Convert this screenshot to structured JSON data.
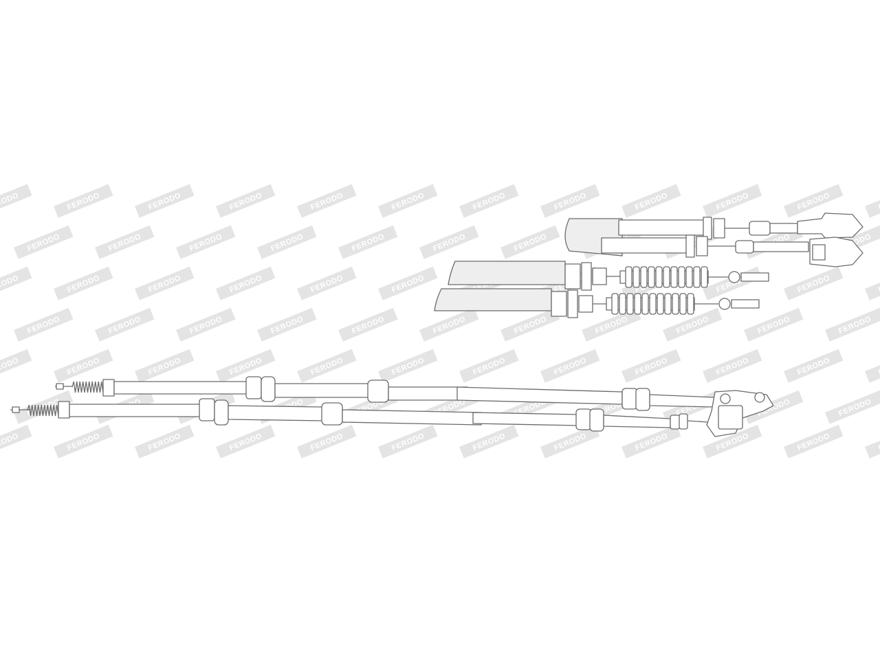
{
  "watermark": {
    "text": "FERODO",
    "plate_color": "#e4e4e4",
    "text_color": "#ffffff"
  },
  "drawing": {
    "line_color": "#6a6a6a",
    "background": "#ffffff",
    "parts": [
      "main-brake-cable-assembly",
      "upper-cable-end-detail",
      "lower-cable-end-detail"
    ]
  }
}
